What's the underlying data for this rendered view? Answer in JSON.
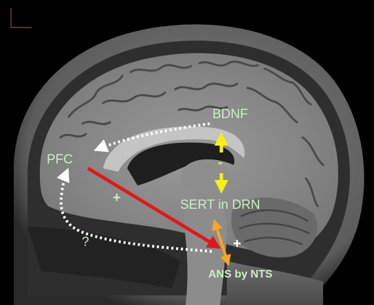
{
  "labels": {
    "bdnf": "BDNF",
    "pfc": "PFC",
    "sert": "SERT in DRN",
    "ans": "ANS by NTS",
    "plus_left": "+",
    "plus_right": "+",
    "minus": "-",
    "question": "?"
  },
  "colors": {
    "label_text": "#c8f0c0",
    "white_arrow": "#ffffff",
    "red_arrow": "#e01818",
    "yellow_arrow": "#f5ee1a",
    "orange_arrow": "#f5a623"
  }
}
